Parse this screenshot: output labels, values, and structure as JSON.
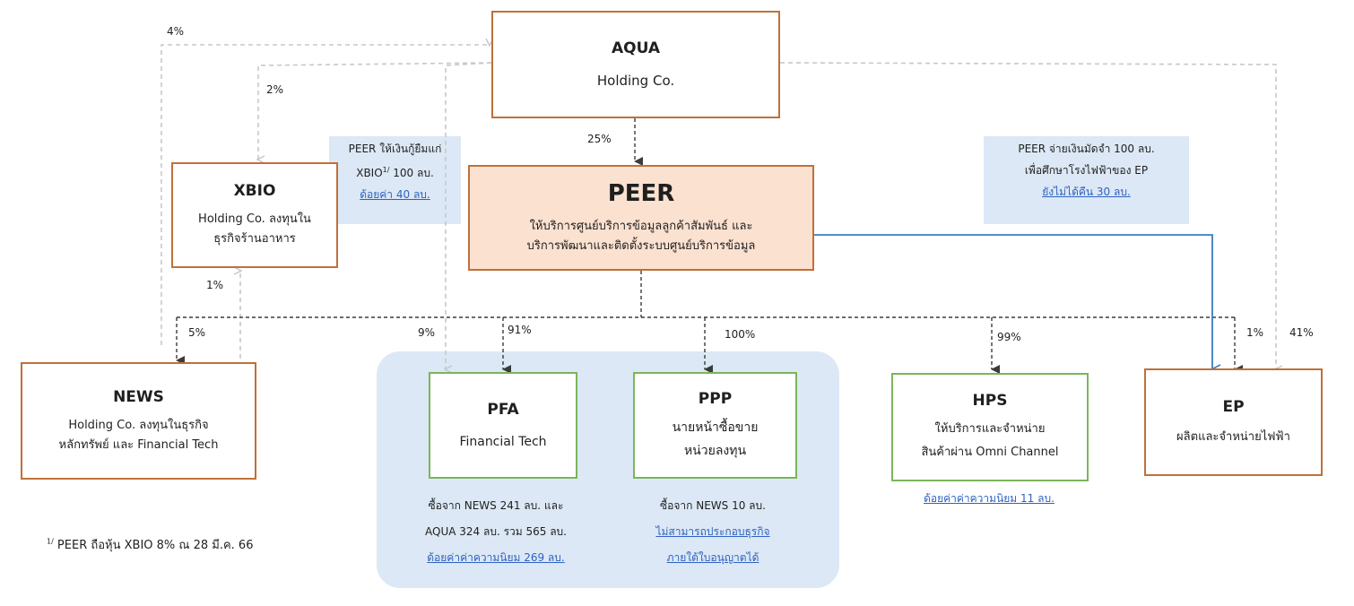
{
  "companies": {
    "aqua": {
      "name": "AQUA",
      "desc": "Holding Co."
    },
    "peer": {
      "name": "PEER",
      "desc1": "ให้บริการศูนย์บริการข้อมูลลูกค้าสัมพันธ์ และ",
      "desc2": "บริการพัฒนาและติดตั้งระบบศูนย์บริการข้อมูล"
    },
    "xbio": {
      "name": "XBIO",
      "desc1": "Holding Co. ลงทุนใน",
      "desc2": "ธุรกิจร้านอาหาร"
    },
    "news": {
      "name": "NEWS",
      "desc1": "Holding Co. ลงทุนในธุรกิจ",
      "desc2": "หลักทรัพย์ และ Financial Tech"
    },
    "pfa": {
      "name": "PFA",
      "desc": "Financial Tech"
    },
    "ppp": {
      "name": "PPP",
      "desc1": "นายหน้าซื้อขาย",
      "desc2": "หน่วยลงทุน"
    },
    "hps": {
      "name": "HPS",
      "desc1": "ให้บริการและจำหน่าย",
      "desc2": "สินค้าผ่าน Omni Channel"
    },
    "ep": {
      "name": "EP",
      "desc": "ผลิตและจำหน่ายไฟฟ้า"
    }
  },
  "percentages": {
    "aqua_news": "4%",
    "aqua_xbio": "2%",
    "aqua_peer": "25%",
    "news_xbio": "1%",
    "peer_news": "5%",
    "aqua_pfa": "9%",
    "peer_pfa": "91%",
    "peer_ppp": "100%",
    "peer_hps": "99%",
    "peer_ep": "1%",
    "aqua_ep": "41%"
  },
  "notes": {
    "loan": {
      "line1": "PEER ให้เงินกู้ยืมแก่",
      "line2_prefix": "XBIO",
      "line2_sup": "1/",
      "line2_suffix": " 100 ลบ.",
      "line3": "ด้อยค่า 40 ลบ."
    },
    "deposit": {
      "line1": "PEER จ่ายเงินมัดจำ 100 ลบ.",
      "line2": "เพื่อศึกษาโรงไฟฟ้าของ EP",
      "line3": "ยังไม่ได้คืน 30 ลบ."
    }
  },
  "captions": {
    "pfa": {
      "line1": "ซื้อจาก NEWS 241 ลบ. และ",
      "line2": "AQUA 324 ลบ. รวม 565 ลบ.",
      "line3": "ด้อยค่าค่าความนิยม 269 ลบ."
    },
    "ppp": {
      "line1": "ซื้อจาก NEWS 10 ลบ.",
      "line2": "ไม่สามารถประกอบธุรกิจ",
      "line3": "ภายใต้ใบอนุญาตได้"
    },
    "hps": {
      "line1": "ด้อยค่าค่าความนิยม 11 ลบ."
    }
  },
  "footnote": {
    "sup": "1/",
    "text": " PEER ถือหุ้น XBIO 8% ณ 28 มี.ค. 66"
  },
  "colors": {
    "orange_border": "#c0703a",
    "green_border": "#7cb55a",
    "peer_fill": "#fbe1d0",
    "note_fill": "#dce8f5",
    "blue_line": "#3a7dc0",
    "link": "#2f62c0"
  }
}
